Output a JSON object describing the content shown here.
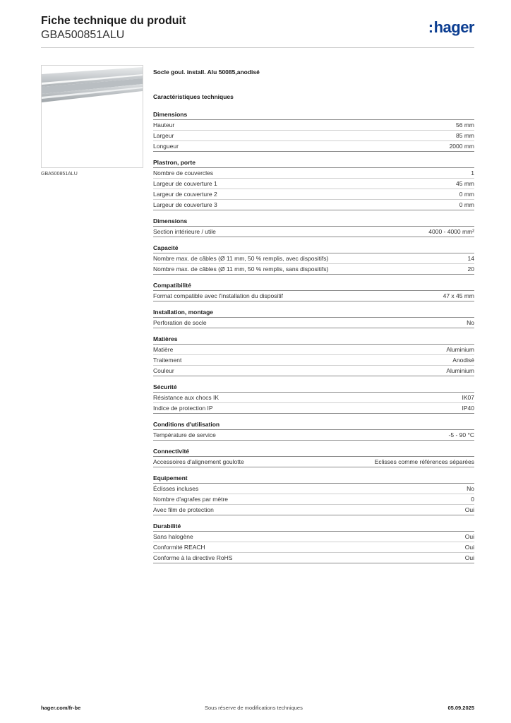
{
  "header": {
    "title": "Fiche technique du produit",
    "subtitle": "GBA500851ALU",
    "logo_text": "hager",
    "logo_colon": ":",
    "logo_color": "#0b3d91"
  },
  "photo": {
    "caption": "GBA500851ALU",
    "icon": "cable-duct-product-image"
  },
  "product_name": "Socle goul. install. Alu 50085,anodisé",
  "tech_heading": "Caractéristiques techniques",
  "sections": [
    {
      "title": "Dimensions",
      "rows": [
        {
          "label": "Hauteur",
          "value": "56 mm"
        },
        {
          "label": "Largeur",
          "value": "85 mm"
        },
        {
          "label": "Longueur",
          "value": "2000 mm"
        }
      ]
    },
    {
      "title": " Plastron, porte",
      "rows": [
        {
          "label": "Nombre de couvercles",
          "value": "1"
        },
        {
          "label": "Largeur de couverture 1",
          "value": "45 mm"
        },
        {
          "label": "Largeur de couverture 2",
          "value": "0 mm"
        },
        {
          "label": "Largeur de couverture 3",
          "value": "0 mm"
        }
      ]
    },
    {
      "title": "Dimensions",
      "rows": [
        {
          "label": "Section intérieure / utile",
          "value": "4000 - 4000 mm²"
        }
      ]
    },
    {
      "title": "Capacité",
      "rows": [
        {
          "label": "Nombre max. de câbles (Ø 11 mm, 50 % remplis, avec dispositifs)",
          "value": "14"
        },
        {
          "label": "Nombre max. de câbles (Ø 11 mm, 50 % remplis, sans dispositifs)",
          "value": "20"
        }
      ]
    },
    {
      "title": "Compatibilité",
      "rows": [
        {
          "label": "Format compatible avec l'installation du dispositif",
          "value": "47 x 45 mm"
        }
      ]
    },
    {
      "title": "Installation, montage",
      "rows": [
        {
          "label": "Perforation de socle",
          "value": "No"
        }
      ]
    },
    {
      "title": "Matières",
      "rows": [
        {
          "label": "Matière",
          "value": "Aluminium"
        },
        {
          "label": "Traitement",
          "value": "Anodisé"
        },
        {
          "label": "Couleur",
          "value": "Aluminium"
        }
      ]
    },
    {
      "title": "Sécurité",
      "rows": [
        {
          "label": "Résistance aux chocs IK",
          "value": "IK07"
        },
        {
          "label": "Indice de protection IP",
          "value": "IP40"
        }
      ]
    },
    {
      "title": "Conditions d'utilisation",
      "rows": [
        {
          "label": "Température de service",
          "value": "-5 - 90 °C"
        }
      ]
    },
    {
      "title": "Connectivité",
      "rows": [
        {
          "label": "Accessoires d'alignement goulotte",
          "value": "Eclisses comme références séparées"
        }
      ]
    },
    {
      "title": "Equipement",
      "rows": [
        {
          "label": "Éclisses incluses",
          "value": "No"
        },
        {
          "label": "Nombre d'agrafes par mètre",
          "value": "0"
        },
        {
          "label": "Avec film de protection",
          "value": "Oui"
        }
      ]
    },
    {
      "title": "Durabilité",
      "rows": [
        {
          "label": "Sans halogène",
          "value": "Oui"
        },
        {
          "label": "Conformité REACH",
          "value": "Oui"
        },
        {
          "label": "Conforme à la directive RoHS",
          "value": "Oui"
        }
      ]
    }
  ],
  "footer": {
    "website": "hager.com/fr-be",
    "notice": "Sous réserve de modifications techniques",
    "date": "05.09.2025"
  }
}
